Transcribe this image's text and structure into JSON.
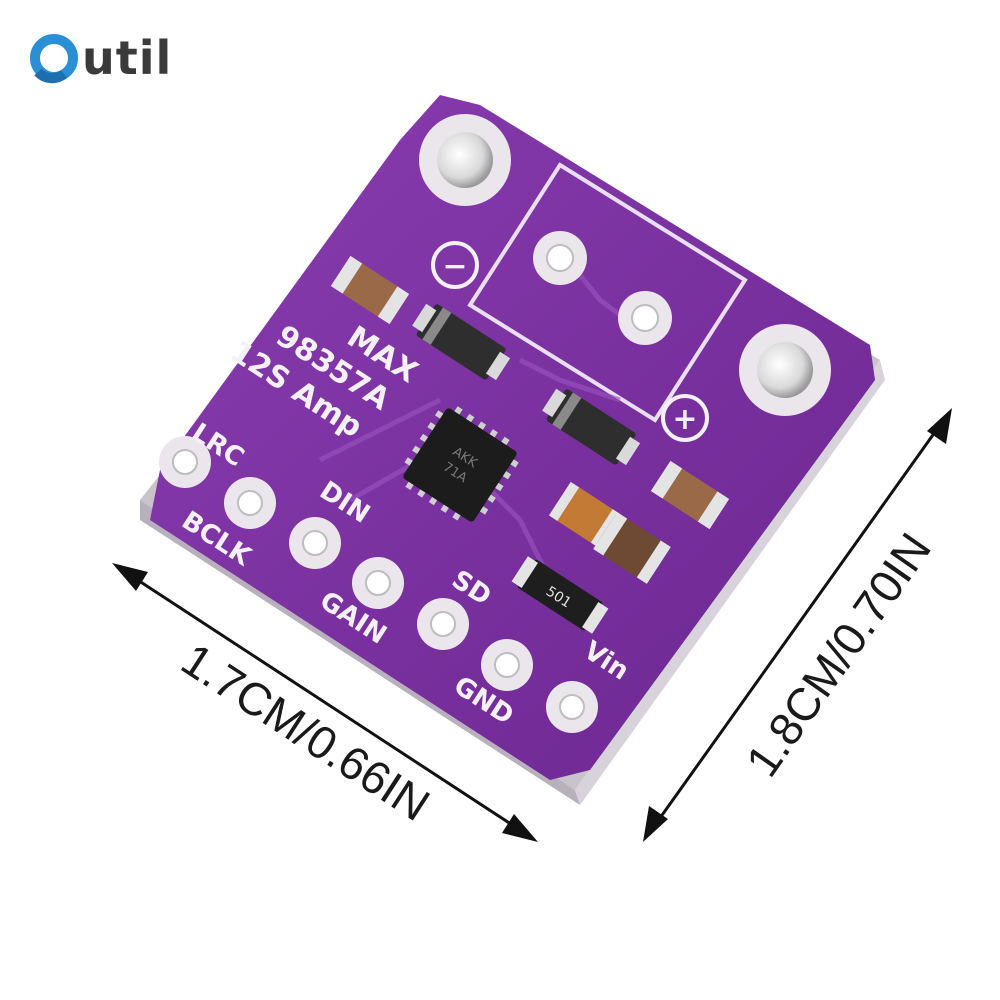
{
  "brand": {
    "logo_letter": "O",
    "logo_rest": "util",
    "logo_ring_color": "#2b8fd6",
    "logo_text_color": "#3a3a3a"
  },
  "board": {
    "pcb_color": "#7a2f9e",
    "chip_marking_1": "AKK",
    "chip_marking_2": "71A",
    "silkscreen": {
      "line1": "MAX",
      "line2": "98357A",
      "line3": "12S Amp",
      "minus": "−",
      "plus": "+",
      "resistor_code": "501"
    },
    "pins": [
      "LRC",
      "BCLK",
      "DIN",
      "GAIN",
      "SD",
      "GND",
      "Vin"
    ]
  },
  "dimensions": {
    "width_label": "1.7CM/0.66IN",
    "height_label": "1.8CM/0.70IN"
  }
}
